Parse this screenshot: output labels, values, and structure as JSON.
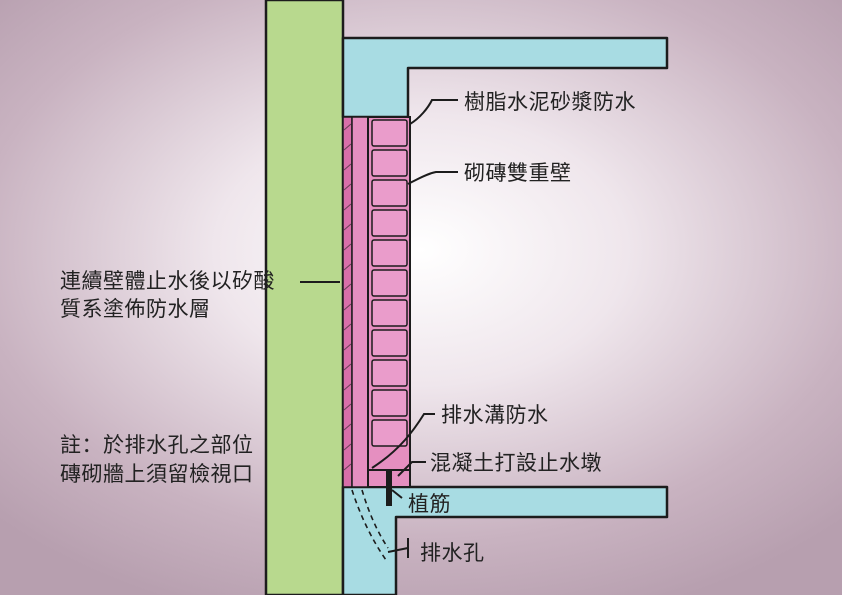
{
  "colors": {
    "wall": "#b8d98e",
    "slab": "#a8dce3",
    "brick": "#e58fc0",
    "coating": "#d86fa9",
    "outline": "#1c1c1c"
  },
  "labels": {
    "resin_mortar": "樹脂水泥砂漿防水",
    "brick_wall": "砌磚雙重壁",
    "silicate_coating_line1": "連續壁體止水後以矽酸",
    "silicate_coating_line2": "質系塗佈防水層",
    "drain_channel": "排水溝防水",
    "concrete_curb": "混凝土打設止水墩",
    "rebar": "植筋",
    "drain_hole": "排水孔"
  },
  "note": {
    "line1": "註：於排水孔之部位",
    "line2": "磚砌牆上須留檢視口"
  }
}
